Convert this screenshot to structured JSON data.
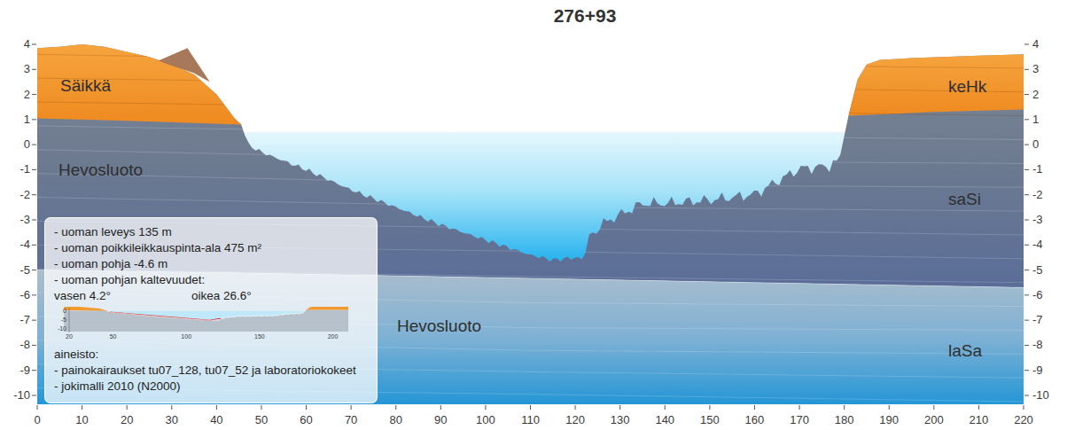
{
  "diagram": {
    "title": "276+93",
    "nodes": [
      {
        "text": [
          "- uoman leveys 135 m",
          "- uoman poikkileikkauspinta-ala 475 m²",
          "- uoman pohja -4.6 m",
          "- uoman pohjan kaltevuudet:",
          "vasen 4.2°",
          "oikea 26.6°",
          "aineisto:",
          "- painokairaukset tu07_128, tu07_52 ja laboratoriokokeet",
          "- jokimalli 2010 (N2000)"
        ]
      }
    ],
    "labels": [
      "Säikkä",
      "Hevosluoto",
      "keHk",
      "saSi",
      "Hevosluoto",
      "laSa",
      "4",
      "3",
      "2",
      "1",
      "0",
      "-1",
      "-2",
      "-3",
      "-4",
      "-5",
      "-6",
      "-7",
      "-8",
      "-9",
      "-10",
      "4",
      "3",
      "2",
      "1",
      "0",
      "-1",
      "-2",
      "-3",
      "-4",
      "-5",
      "-6",
      "-7",
      "-8",
      "-9",
      "-10",
      "0",
      "10",
      "20",
      "30",
      "40",
      "50",
      "60",
      "70",
      "80",
      "90",
      "100",
      "110",
      "120",
      "130",
      "140",
      "150",
      "160",
      "170",
      "180",
      "190",
      "200",
      "210",
      "220",
      "0",
      "-5",
      "-10",
      "20",
      "50",
      "100",
      "150",
      "200"
    ]
  }
}
